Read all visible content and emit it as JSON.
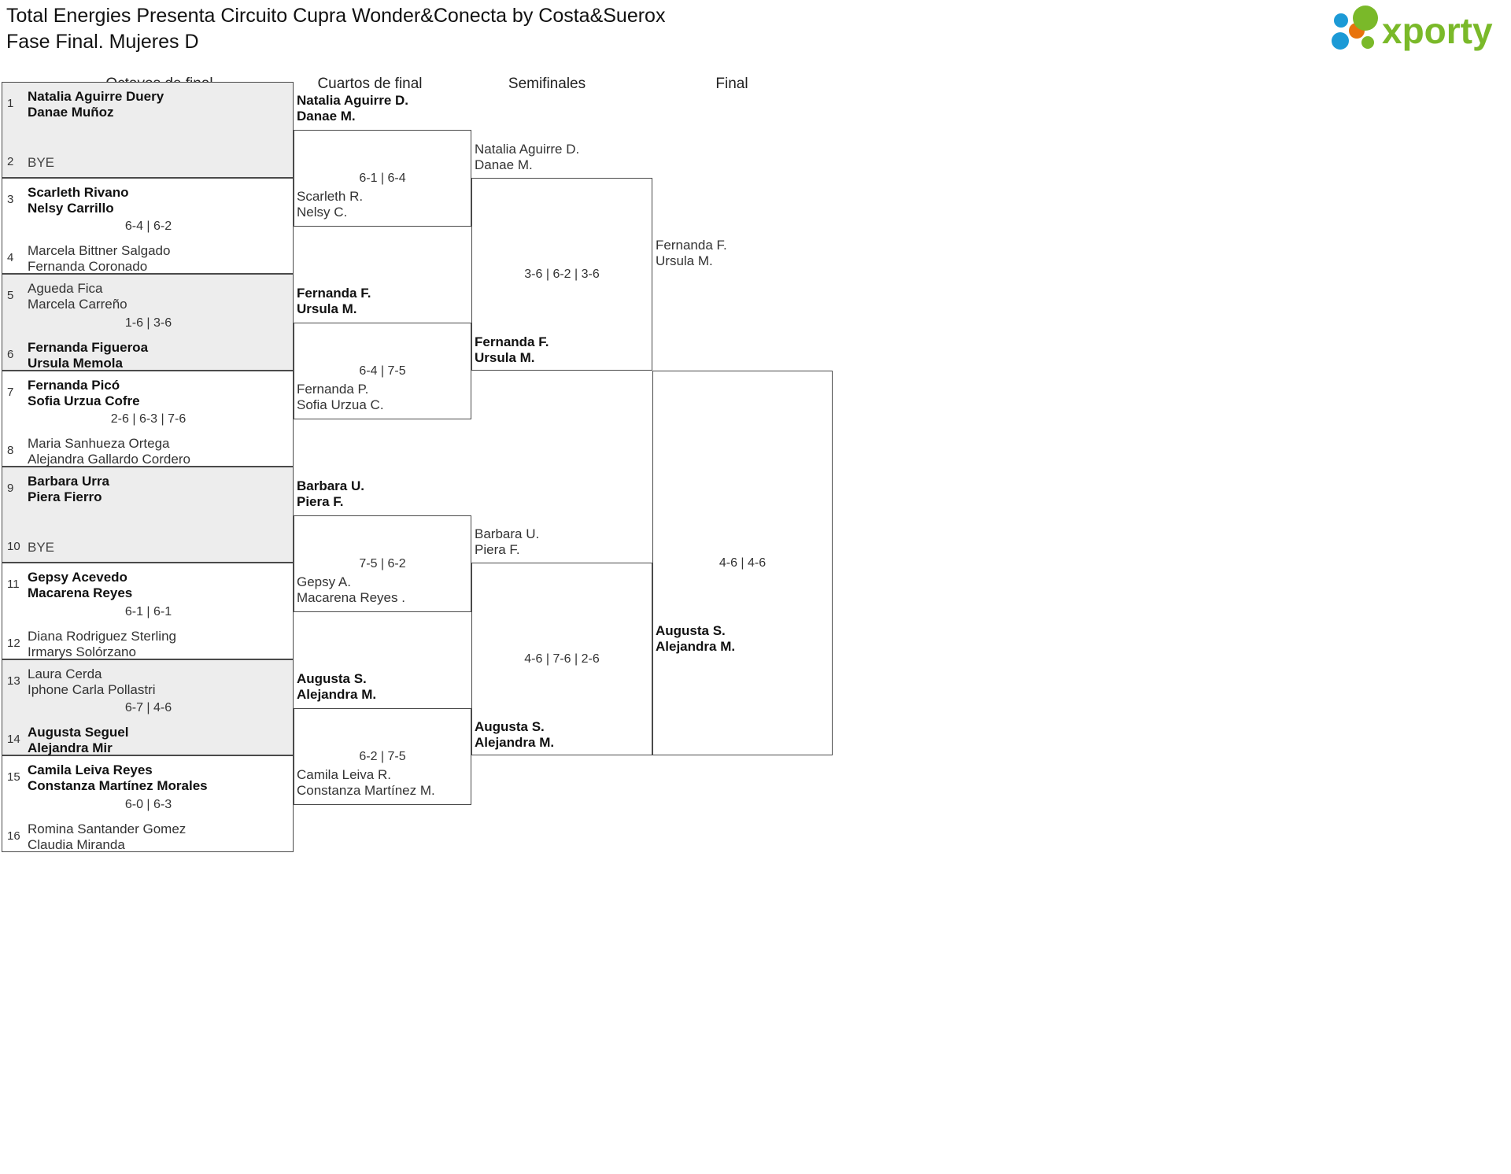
{
  "header": {
    "title": "Total Energies Presenta Circuito Cupra Wonder&Conecta by Costa&Suerox\nFase Final. Mujeres D",
    "logo_text": "xporty",
    "logo_colors": {
      "green": "#7ab929",
      "blue": "#1c9ad6",
      "orange": "#e8730c"
    }
  },
  "rounds": [
    {
      "label": "Octavos de final"
    },
    {
      "label": "Cuartos de final"
    },
    {
      "label": "Semifinales"
    },
    {
      "label": "Final"
    }
  ],
  "seeds": [
    {
      "num": "1",
      "line1": "Natalia Aguirre Duery",
      "line2": "Danae Muñoz",
      "winner": true
    },
    {
      "num": "2",
      "line1": "BYE",
      "line2": "",
      "winner": false,
      "bye": true
    },
    {
      "num": "3",
      "line1": "Scarleth Rivano",
      "line2": "Nelsy Carrillo",
      "winner": true
    },
    {
      "num": "4",
      "line1": "Marcela Bittner Salgado",
      "line2": "Fernanda Coronado",
      "winner": false
    },
    {
      "num": "5",
      "line1": "Agueda Fica",
      "line2": "Marcela Carreño",
      "winner": false
    },
    {
      "num": "6",
      "line1": "Fernanda Figueroa",
      "line2": "Ursula Memola",
      "winner": true
    },
    {
      "num": "7",
      "line1": "Fernanda Picó",
      "line2": "Sofia Urzua Cofre",
      "winner": true
    },
    {
      "num": "8",
      "line1": "Maria Sanhueza Ortega",
      "line2": "Alejandra Gallardo Cordero",
      "winner": false
    },
    {
      "num": "9",
      "line1": "Barbara Urra",
      "line2": "Piera Fierro",
      "winner": true
    },
    {
      "num": "10",
      "line1": "BYE",
      "line2": "",
      "winner": false,
      "bye": true
    },
    {
      "num": "11",
      "line1": "Gepsy Acevedo",
      "line2": "Macarena Reyes",
      "winner": true
    },
    {
      "num": "12",
      "line1": "Diana Rodriguez Sterling",
      "line2": "Irmarys Solórzano",
      "winner": false
    },
    {
      "num": "13",
      "line1": "Laura Cerda",
      "line2": "Iphone Carla Pollastri",
      "winner": false
    },
    {
      "num": "14",
      "line1": "Augusta Seguel",
      "line2": "Alejandra Mir",
      "winner": true
    },
    {
      "num": "15",
      "line1": "Camila Leiva Reyes",
      "line2": "Constanza Martínez Morales",
      "winner": true
    },
    {
      "num": "16",
      "line1": "Romina Santander Gomez",
      "line2": "Claudia Miranda",
      "winner": false
    }
  ],
  "r1_scores": [
    {
      "score": ""
    },
    {
      "score": "6-4 | 6-2"
    },
    {
      "score": "1-6 | 3-6"
    },
    {
      "score": "2-6 | 6-3 | 7-6"
    },
    {
      "score": ""
    },
    {
      "score": "6-1 | 6-1"
    },
    {
      "score": "6-7 | 4-6"
    },
    {
      "score": "6-0 | 6-3"
    }
  ],
  "quarters": [
    {
      "top": {
        "line1": "Natalia Aguirre D.",
        "line2": "Danae M.",
        "winner": true
      },
      "bottom": {
        "line1": "Scarleth R.",
        "line2": "Nelsy C.",
        "winner": false
      },
      "score": "6-1 | 6-4"
    },
    {
      "top": {
        "line1": "Fernanda F.",
        "line2": "Ursula M.",
        "winner": true
      },
      "bottom": {
        "line1": "Fernanda P.",
        "line2": "Sofia Urzua C.",
        "winner": false
      },
      "score": "6-4 | 7-5"
    },
    {
      "top": {
        "line1": "Barbara U.",
        "line2": "Piera F.",
        "winner": true
      },
      "bottom": {
        "line1": "Gepsy A.",
        "line2": "Macarena Reyes .",
        "winner": false
      },
      "score": "7-5 | 6-2"
    },
    {
      "top": {
        "line1": "Augusta S.",
        "line2": "Alejandra M.",
        "winner": true
      },
      "bottom": {
        "line1": "Camila Leiva R.",
        "line2": "Constanza Martínez M.",
        "winner": false
      },
      "score": "6-2 | 7-5"
    }
  ],
  "semis": [
    {
      "top": {
        "line1": "Natalia Aguirre D.",
        "line2": "Danae M.",
        "winner": false
      },
      "bottom": {
        "line1": "Fernanda F.",
        "line2": "Ursula M.",
        "winner": true
      },
      "score": "3-6 | 6-2 | 3-6"
    },
    {
      "top": {
        "line1": "Barbara U.",
        "line2": "Piera F.",
        "winner": false
      },
      "bottom": {
        "line1": "Augusta S.",
        "line2": "Alejandra M.",
        "winner": true
      },
      "score": "4-6 | 7-6 | 2-6"
    }
  ],
  "final": {
    "top": {
      "line1": "Fernanda F.",
      "line2": "Ursula M.",
      "winner": false
    },
    "bottom": {
      "line1": "Augusta S.",
      "line2": "Alejandra M.",
      "winner": true
    },
    "score": "4-6 | 4-6"
  }
}
